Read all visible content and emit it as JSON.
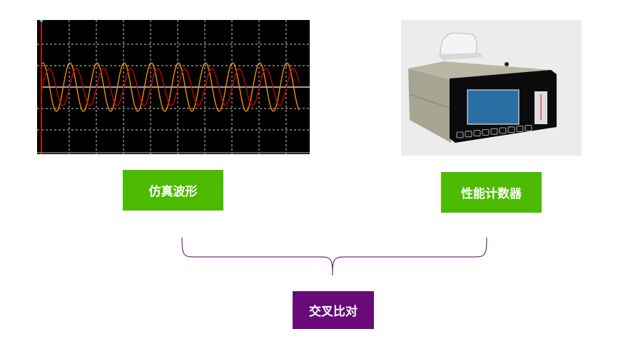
{
  "labels": {
    "simulation": "仿真波形",
    "counter": "性能计数器",
    "compare": "交叉比对"
  },
  "colors": {
    "green": "#4cbb00",
    "purple": "#680a78",
    "wave_orange": "#ff8c00",
    "wave_red": "#d40000",
    "brace": "#7a2a86"
  }
}
